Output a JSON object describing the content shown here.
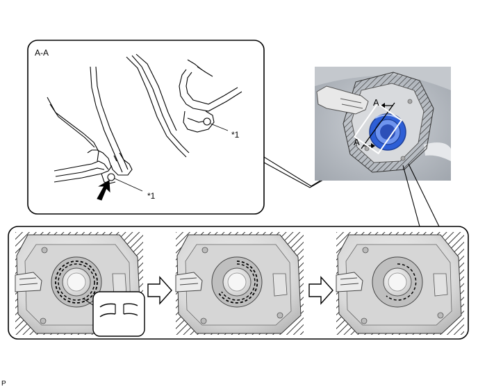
{
  "section_view": {
    "title": "A-A",
    "callout_upper": "*1",
    "callout_lower": "*1"
  },
  "photo_inset": {
    "section_mark_top": "A",
    "section_mark_bottom": "A"
  },
  "steps": {
    "count": 3,
    "arrow_icon": "right-arrow-icon"
  },
  "figure_code": "P"
}
